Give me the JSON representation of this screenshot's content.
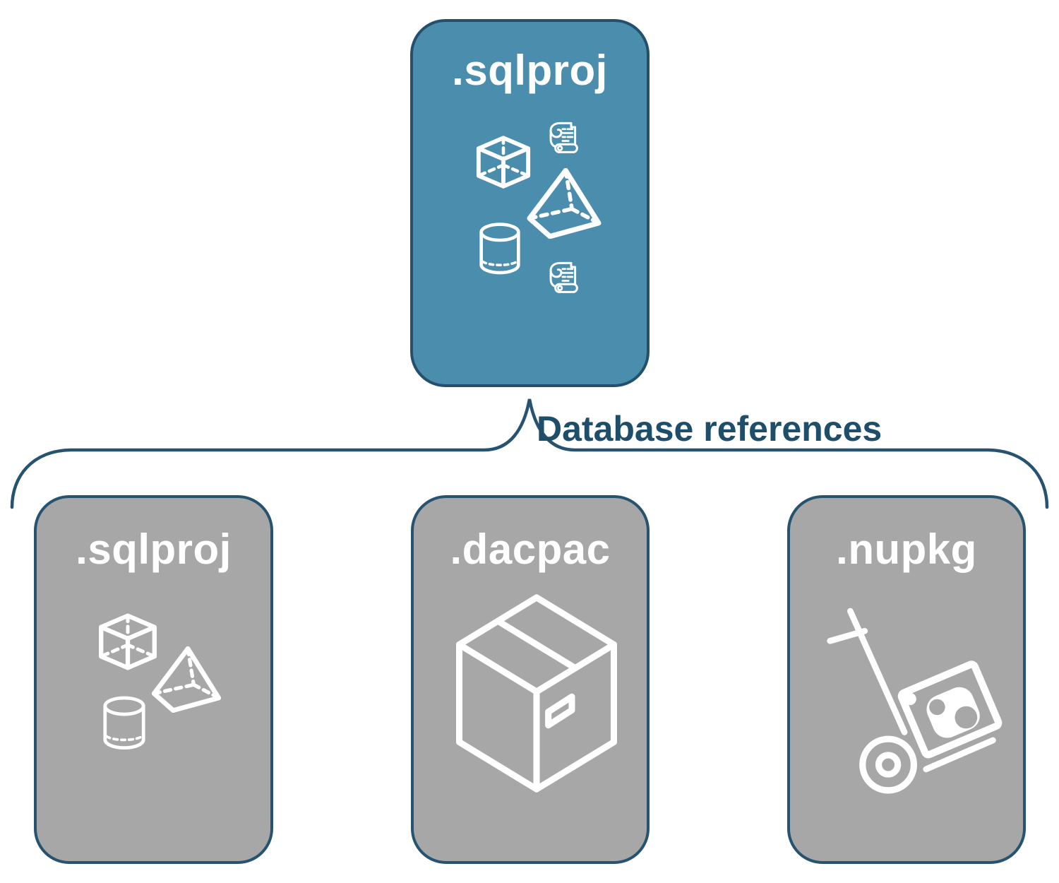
{
  "diagram": {
    "root_box": {
      "label": ".sqlproj",
      "icons": [
        "cube-icon",
        "scroll-icon",
        "pyramid-icon",
        "cylinder-icon",
        "scroll-icon"
      ]
    },
    "connector": {
      "label": "Database references"
    },
    "child_boxes": [
      {
        "label": ".sqlproj",
        "icons": [
          "cube-icon",
          "pyramid-icon",
          "cylinder-icon"
        ]
      },
      {
        "label": ".dacpac",
        "icons": [
          "package-box-icon"
        ]
      },
      {
        "label": ".nupkg",
        "icons": [
          "hand-truck-nuget-package-icon"
        ]
      }
    ],
    "colors": {
      "root_fill": "#4A8DAD",
      "root_border": "#24506D",
      "child_fill": "#A7A7A7",
      "child_border": "#26536F",
      "connector_stroke": "#26536F",
      "connector_label_color": "#1F4E6B",
      "box_label_color": "#FFFFFF",
      "icon_stroke": "#FFFFFF",
      "background": "#FFFFFF"
    }
  }
}
